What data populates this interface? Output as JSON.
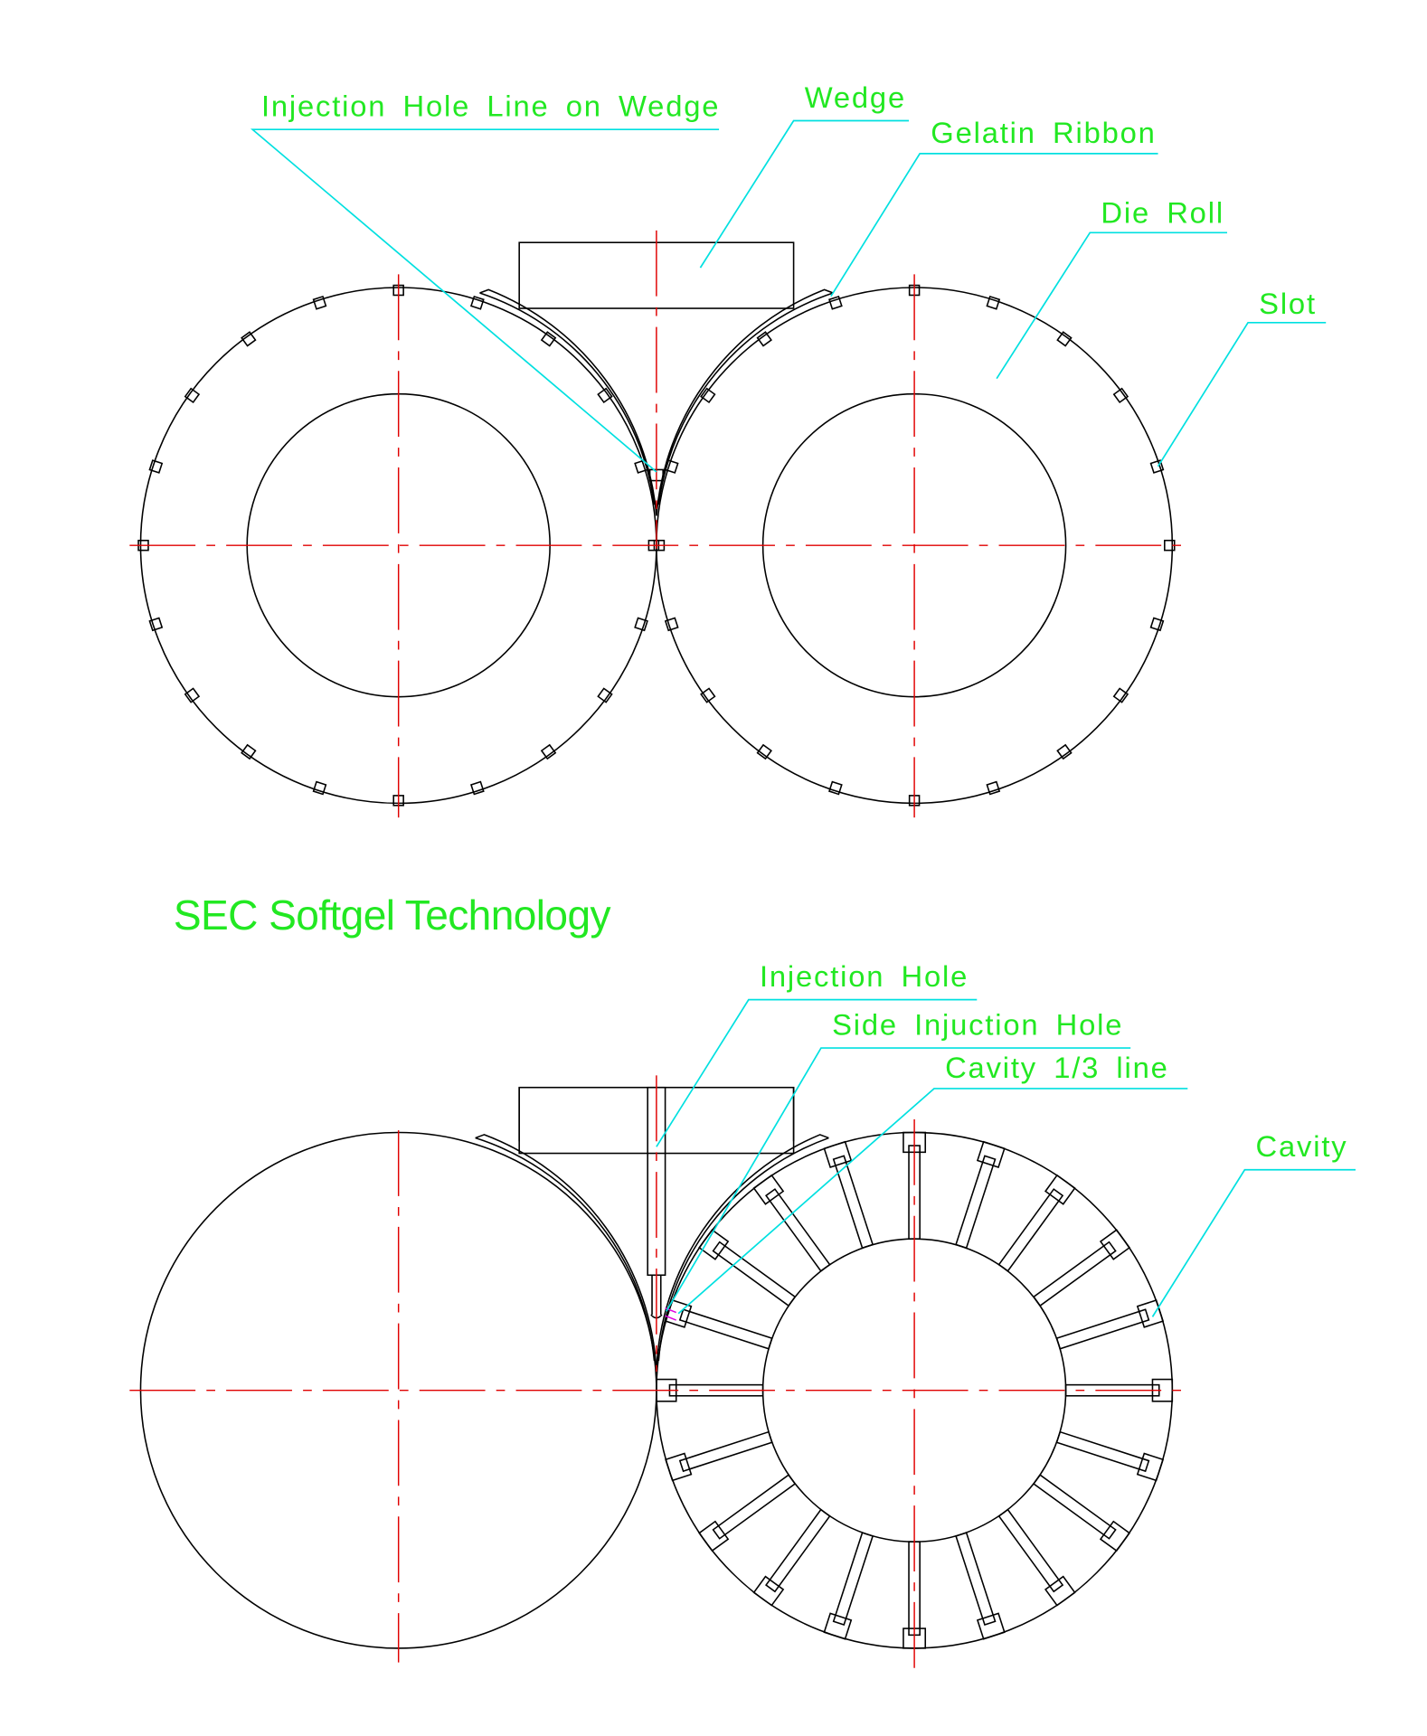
{
  "title": "SEC Softgel Technology",
  "top_view": {
    "labels": {
      "injection_hole_line": "Injection Hole Line on Wedge",
      "wedge": "Wedge",
      "gelatin_ribbon": "Gelatin Ribbon",
      "die_roll": "Die Roll",
      "slot": "Slot"
    },
    "slot_count": 20
  },
  "bottom_view": {
    "labels": {
      "injection_hole": "Injection Hole",
      "side_injection_hole": "Side Injuction Hole",
      "cavity_third_line": "Cavity 1/3 line",
      "cavity": "Cavity"
    },
    "cavity_count": 20
  },
  "colors": {
    "label": "#22e822",
    "leader": "#00e0e0",
    "centerline": "#e00000",
    "outline": "#000000"
  }
}
